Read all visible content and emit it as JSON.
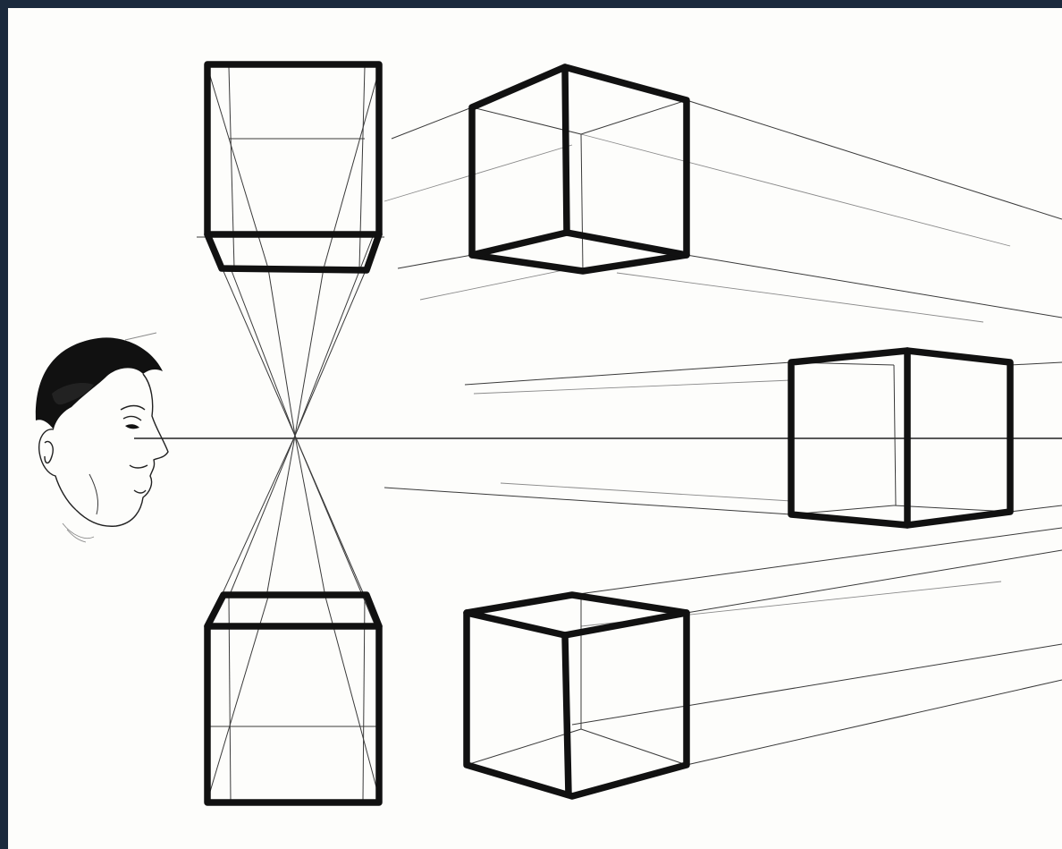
{
  "image": {
    "kind": "perspective sketch",
    "subjects": [
      "viewer-head",
      "cube-above-eye-level",
      "cube-below-eye-level",
      "cube-upper-right",
      "cube-middle-right",
      "cube-lower-right"
    ],
    "colors": {
      "ink": "#111111",
      "paper": "#fdfdfb",
      "frame": "#1b2a3d"
    }
  }
}
